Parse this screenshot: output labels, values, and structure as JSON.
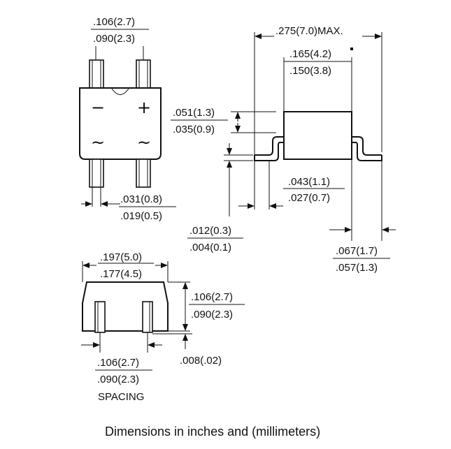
{
  "top_view": {
    "pin_pitch": {
      "max": ".106(2.7)",
      "min": ".090(2.3)"
    },
    "lead_width": {
      "max": ".031(0.8)",
      "min": ".019(0.5)"
    },
    "symbols": {
      "minus": "−",
      "plus": "+",
      "ac_left": "~",
      "ac_right": "~"
    }
  },
  "side_view": {
    "overall_width": {
      "max": ".275(7.0)MAX."
    },
    "body_width": {
      "max": ".165(4.2)",
      "min": ".150(3.8)"
    },
    "lead_height": {
      "max": ".051(1.3)",
      "min": ".035(0.9)"
    },
    "standoff": {
      "max": ".012(0.3)",
      "min": ".004(0.1)"
    },
    "lead_thickness": {
      "max": ".043(1.1)",
      "min": ".027(0.7)"
    },
    "foot_length": {
      "max": ".067(1.7)",
      "min": ".057(1.3)"
    }
  },
  "front_view": {
    "body_length": {
      "max": ".197(5.0)",
      "min": ".177(4.5)"
    },
    "body_height": {
      "max": ".106(2.7)",
      "min": ".090(2.3)"
    },
    "lead_offset": {
      "value": ".008(.02)"
    },
    "spacing": {
      "max": ".106(2.7)",
      "min": ".090(2.3)",
      "label": "SPACING"
    }
  },
  "caption": "Dimensions in inches and (millimeters)"
}
